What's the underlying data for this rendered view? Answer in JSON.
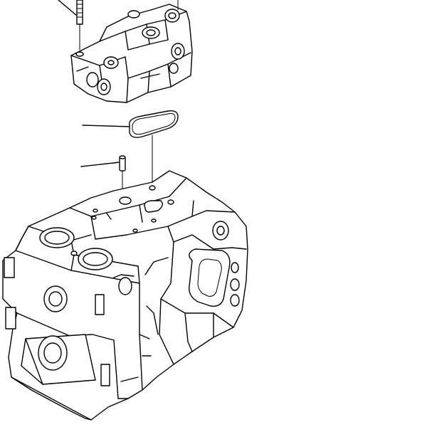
{
  "drawing": {
    "kind": "exploded parts illustration",
    "line_color": "#000000",
    "background_color": "#ffffff",
    "parts": [
      {
        "id": "valve-block",
        "icon": "valve-block-icon"
      },
      {
        "id": "bolt",
        "icon": "bolt-icon"
      },
      {
        "id": "o-ring-gasket",
        "icon": "gasket-icon"
      },
      {
        "id": "dowel-pin",
        "icon": "pin-icon"
      },
      {
        "id": "pump-body",
        "icon": "pump-body-icon"
      }
    ]
  }
}
